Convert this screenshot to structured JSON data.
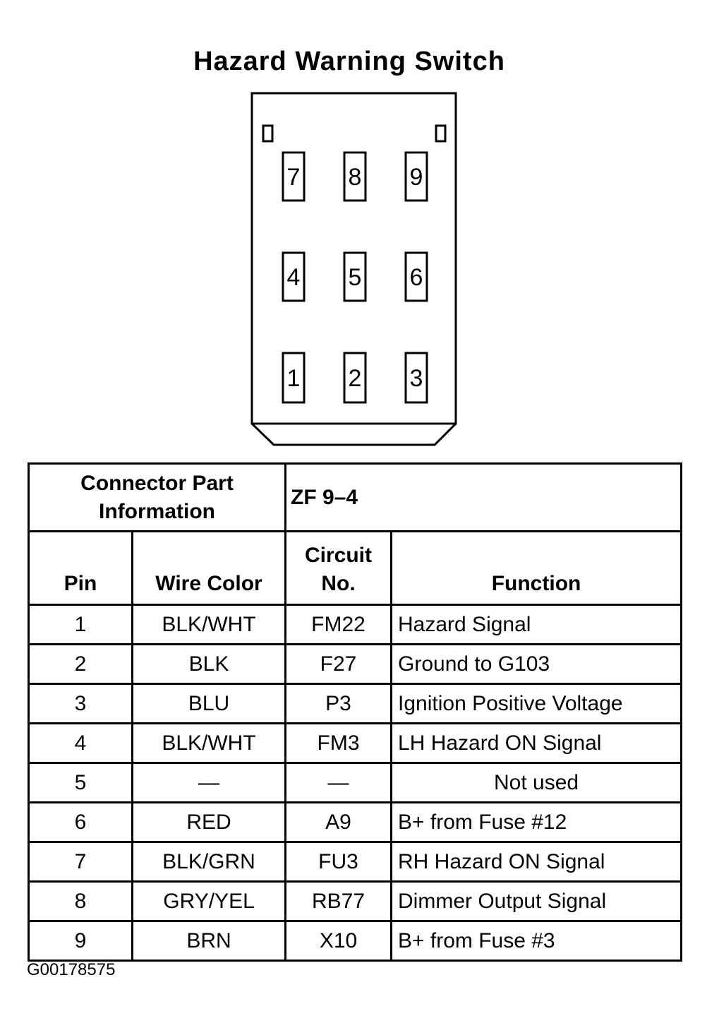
{
  "diagram": {
    "title": "Hazard Warning Switch",
    "pins_layout": [
      "7",
      "8",
      "9",
      "4",
      "5",
      "6",
      "1",
      "2",
      "3"
    ]
  },
  "table": {
    "connector_label_line1": "Connector Part",
    "connector_label_line2": "Information",
    "connector_value": "ZF 9–4",
    "headers": {
      "pin": "Pin",
      "wire_color": "Wire Color",
      "circuit_line1": "Circuit",
      "circuit_line2": "No.",
      "function": "Function"
    },
    "rows": [
      {
        "pin": "1",
        "wire": "BLK/WHT",
        "circuit": "FM22",
        "function": "Hazard Signal"
      },
      {
        "pin": "2",
        "wire": "BLK",
        "circuit": "F27",
        "function": "Ground to G103"
      },
      {
        "pin": "3",
        "wire": "BLU",
        "circuit": "P3",
        "function": "Ignition Positive Voltage"
      },
      {
        "pin": "4",
        "wire": "BLK/WHT",
        "circuit": "FM3",
        "function": "LH Hazard ON Signal"
      },
      {
        "pin": "5",
        "wire": "—",
        "circuit": "—",
        "function": "Not used"
      },
      {
        "pin": "6",
        "wire": "RED",
        "circuit": "A9",
        "function": "B+ from Fuse #12"
      },
      {
        "pin": "7",
        "wire": "BLK/GRN",
        "circuit": "FU3",
        "function": "RH Hazard ON Signal"
      },
      {
        "pin": "8",
        "wire": "GRY/YEL",
        "circuit": "RB77",
        "function": "Dimmer Output Signal"
      },
      {
        "pin": "9",
        "wire": "BRN",
        "circuit": "X10",
        "function": "B+ from Fuse #3"
      }
    ]
  },
  "footer_code": "G00178575"
}
